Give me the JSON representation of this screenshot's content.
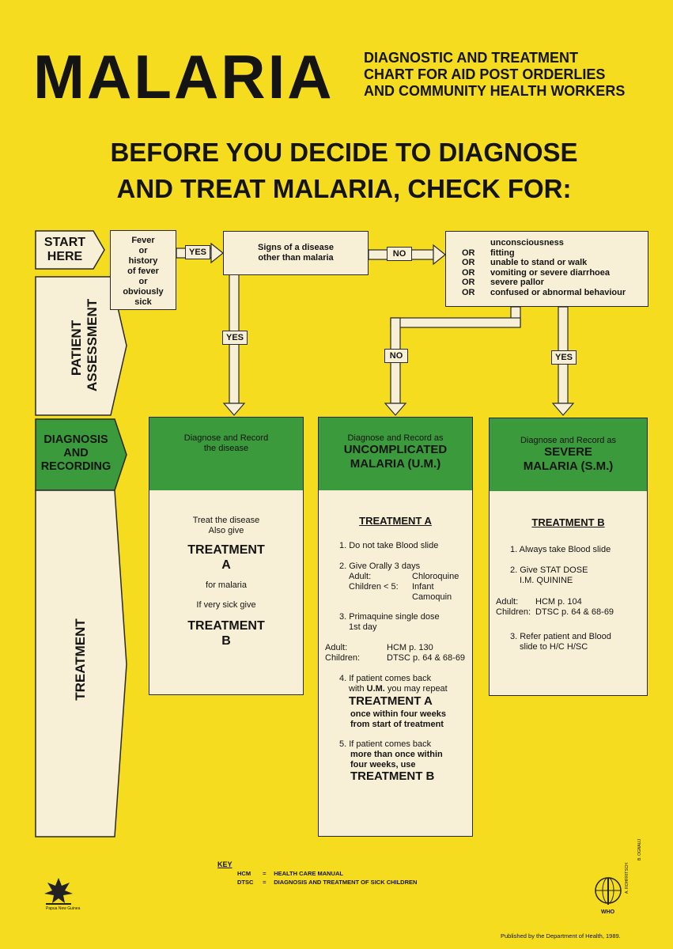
{
  "header": {
    "title": "MALARIA",
    "subtitle_lines": [
      "DIAGNOSTIC AND TREATMENT",
      "CHART FOR AID POST ORDERLIES",
      "AND COMMUNITY HEALTH WORKERS"
    ],
    "heading_lines": [
      "BEFORE YOU DECIDE TO DIAGNOSE",
      "AND TREAT MALARIA, CHECK FOR:"
    ]
  },
  "side": {
    "start": [
      "START",
      "HERE"
    ],
    "assessment": [
      "PATIENT",
      "ASSESSMENT"
    ],
    "diagnosis": [
      "DIAGNOSIS",
      "AND",
      "RECORDING"
    ],
    "treatment": "TREATMENT"
  },
  "flow": {
    "fever": [
      "Fever",
      "or",
      "history",
      "of fever",
      "or",
      "obviously",
      "sick"
    ],
    "yes": "YES",
    "no": "NO",
    "signs": [
      "Signs of a disease",
      "other than malaria"
    ],
    "danger_items": [
      {
        "prefix": "",
        "text": "unconsciousness"
      },
      {
        "prefix": "OR",
        "text": "fitting"
      },
      {
        "prefix": "OR",
        "text": "unable to stand or walk"
      },
      {
        "prefix": "OR",
        "text": "vomiting or severe diarrhoea"
      },
      {
        "prefix": "OR",
        "text": "severe pallor"
      },
      {
        "prefix": "OR",
        "text": "confused or abnormal behaviour"
      }
    ]
  },
  "col1": {
    "diag": [
      "Diagnose and Record",
      "the disease"
    ],
    "treat_line1": "Treat the disease",
    "treat_line2": "Also give",
    "treatment_a": [
      "TREATMENT",
      "A"
    ],
    "for_malaria": "for malaria",
    "if_sick": "If very sick give",
    "treatment_b": [
      "TREATMENT",
      "B"
    ]
  },
  "col2": {
    "diag_small": "Diagnose and Record as",
    "diag_big": [
      "UNCOMPLICATED",
      "MALARIA (U.M.)"
    ],
    "heading": "TREATMENT A",
    "s1": "1. Do not take Blood slide",
    "s2": "2. Give Orally 3 days",
    "s2_adult": "Adult:",
    "s2_adult_v": "Chloroquine",
    "s2_child": "Children < 5:",
    "s2_child_v1": "Infant",
    "s2_child_v2": "Camoquin",
    "s3a": "3. Primaquine single dose",
    "s3b": "1st day",
    "ref_adult": "Adult:",
    "ref_adult_v": "HCM p. 130",
    "ref_child": "Children:",
    "ref_child_v": "DTSC p. 64 & 68-69",
    "s4a": "4. If patient comes back",
    "s4b_pre": "with ",
    "s4b_bold": "U.M.",
    "s4b_post": " you may repeat",
    "s4_big": "TREATMENT A",
    "s4c": "once within four weeks",
    "s4d": "from start of treatment",
    "s5a": "5. If patient comes back",
    "s5b": "more than once within",
    "s5c": "four weeks, use",
    "s5_big": "TREATMENT B"
  },
  "col3": {
    "diag_small": "Diagnose and Record as",
    "diag_big": [
      "SEVERE",
      "MALARIA (S.M.)"
    ],
    "heading": "TREATMENT B",
    "s1": "1. Always take Blood slide",
    "s2a": "2. Give STAT DOSE",
    "s2b": "I.M. QUININE",
    "ref_adult": "Adult:",
    "ref_adult_v": "HCM p. 104",
    "ref_child": "Children:",
    "ref_child_v": "DTSC p. 64 & 68-69",
    "s3a": "3. Refer patient and Blood",
    "s3b": "slide to H/C H/SC"
  },
  "key": {
    "title": "KEY",
    "rows": [
      {
        "abbr": "HCM",
        "eq": "=",
        "text": "HEALTH CARE MANUAL"
      },
      {
        "abbr": "DTSC",
        "eq": "=",
        "text": "DIAGNOSIS AND TREATMENT OF SICK CHILDREN"
      }
    ]
  },
  "footer": {
    "published": "Published by the Department of Health, 1989.",
    "png_caption": "Papua New Guinea",
    "who": "WHO",
    "credit1": "A. ROHFRITSCH",
    "credit2": "B. OGNAUJ"
  },
  "colors": {
    "background": "#f5dc1e",
    "box": "#f8f0d6",
    "green": "#3b9a3b"
  }
}
